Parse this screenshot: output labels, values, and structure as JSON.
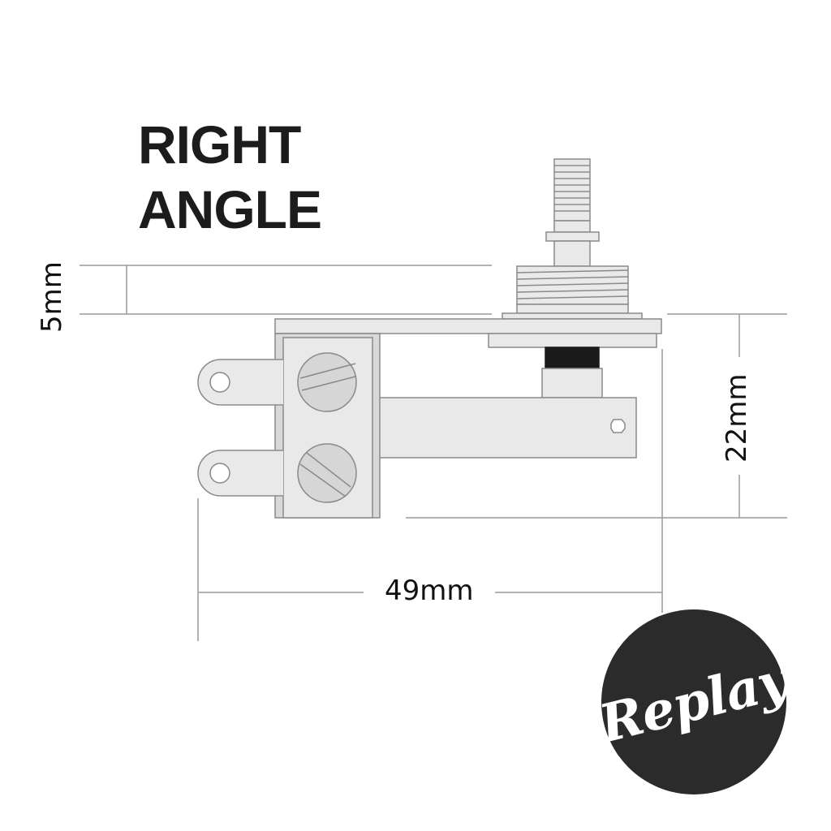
{
  "title": {
    "line1": "RIGHT",
    "line2": "ANGLE"
  },
  "dimensions": {
    "shaft_height": "5mm",
    "body_height": "22mm",
    "total_width": "49mm"
  },
  "component": {
    "name": "right-angle-toggle-switch",
    "parts": [
      "threaded-tip",
      "collar",
      "threaded-bushing",
      "nut-washer",
      "mounting-plate",
      "black-insulator",
      "actuator-block",
      "lever-arm",
      "screw-terminal-block",
      "solder-lug-upper",
      "solder-lug-lower",
      "terminal-screw-upper",
      "terminal-screw-lower"
    ]
  },
  "badge": {
    "text": "Replay",
    "background": "#2b2b2b",
    "text_color": "#ffffff"
  },
  "colors": {
    "part_fill": "#e9e9e9",
    "part_stroke": "#8a8a8a",
    "screw_fill": "#d6d6d6",
    "insulator": "#1a1a1a",
    "dim_line": "#9a9a9a",
    "title": "#1c1c1c"
  }
}
